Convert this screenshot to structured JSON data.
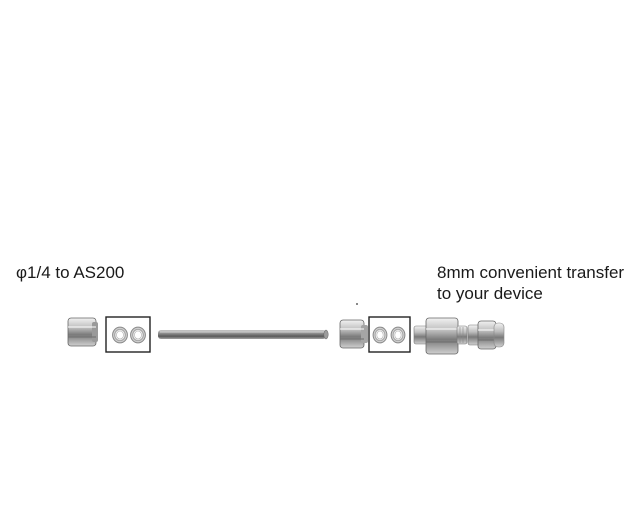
{
  "labels": {
    "left": "φ1/4 to AS200",
    "right_line1": "8mm convenient transfer",
    "right_line2": "to your device"
  },
  "parts": [
    {
      "id": "nut-left",
      "icon": "hex-nut-icon"
    },
    {
      "id": "ferrules-left",
      "icon": "ferrule-rings-icon"
    },
    {
      "id": "tube",
      "icon": "steel-tube-icon"
    },
    {
      "id": "nut-right",
      "icon": "hex-nut-icon"
    },
    {
      "id": "ferrules-right",
      "icon": "ferrule-rings-icon"
    },
    {
      "id": "adapter",
      "icon": "union-adapter-icon"
    },
    {
      "id": "push-fitting",
      "icon": "push-fitting-icon"
    }
  ],
  "colors": {
    "text": "#1a1a1a",
    "metal_light": "#e6e6e6",
    "metal_mid": "#a8a8a8",
    "metal_dark": "#555555",
    "box_border": "#222222"
  }
}
